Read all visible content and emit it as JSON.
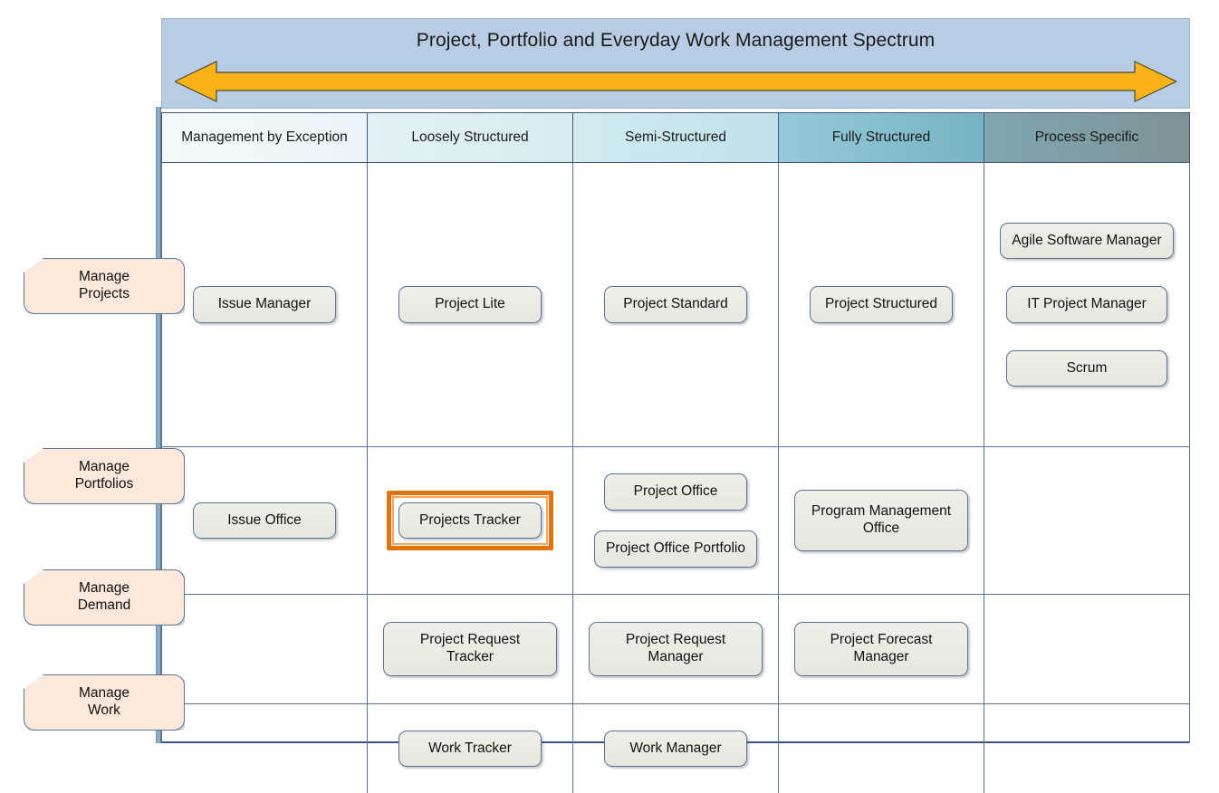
{
  "banner": {
    "title": "Project, Portfolio and Everyday Work Management Spectrum",
    "arrow_icon": "double-headed-horizontal-arrow-icon",
    "arrow_color": "#f9b218",
    "background_color": "#b8cce4"
  },
  "matrix": {
    "column_headers": [
      {
        "label": "Management by Exception",
        "color": "#f0f8fa"
      },
      {
        "label": "Loosely Structured",
        "color": "#dceff3"
      },
      {
        "label": "Semi-Structured",
        "color": "#c8e6ed"
      },
      {
        "label": "Fully Structured",
        "color": "#84bdcd"
      },
      {
        "label": "Process Specific",
        "color": "#7f9ca3"
      }
    ],
    "row_labels": [
      {
        "line1": "Manage",
        "line2": "Projects"
      },
      {
        "line1": "Manage",
        "line2": "Portfolios"
      },
      {
        "line1": "Manage",
        "line2": "Demand"
      },
      {
        "line1": "Manage",
        "line2": "Work"
      }
    ],
    "highlight_color": "#e2730d",
    "cells": {
      "r0c0": [
        "Issue Manager"
      ],
      "r0c1": [
        "Project Lite"
      ],
      "r0c2": [
        "Project Standard"
      ],
      "r0c3": [
        "Project Structured"
      ],
      "r0c4": [
        "Agile Software Manager",
        "IT Project Manager",
        "Scrum"
      ],
      "r1c0": [
        "Issue Office"
      ],
      "r1c1": [
        "Projects Tracker"
      ],
      "r1c2": [
        "Project Office",
        "Project Office Portfolio"
      ],
      "r1c3": [
        "Program Management Office"
      ],
      "r1c4": [],
      "r2c0": [],
      "r2c1": [
        "Project Request Tracker"
      ],
      "r2c2": [
        "Project Request Manager"
      ],
      "r2c3": [
        "Project Forecast Manager"
      ],
      "r2c4": [],
      "r3c0": [],
      "r3c1": [
        "Work Tracker"
      ],
      "r3c2": [
        "Work Manager"
      ],
      "r3c3": [],
      "r3c4": []
    }
  }
}
